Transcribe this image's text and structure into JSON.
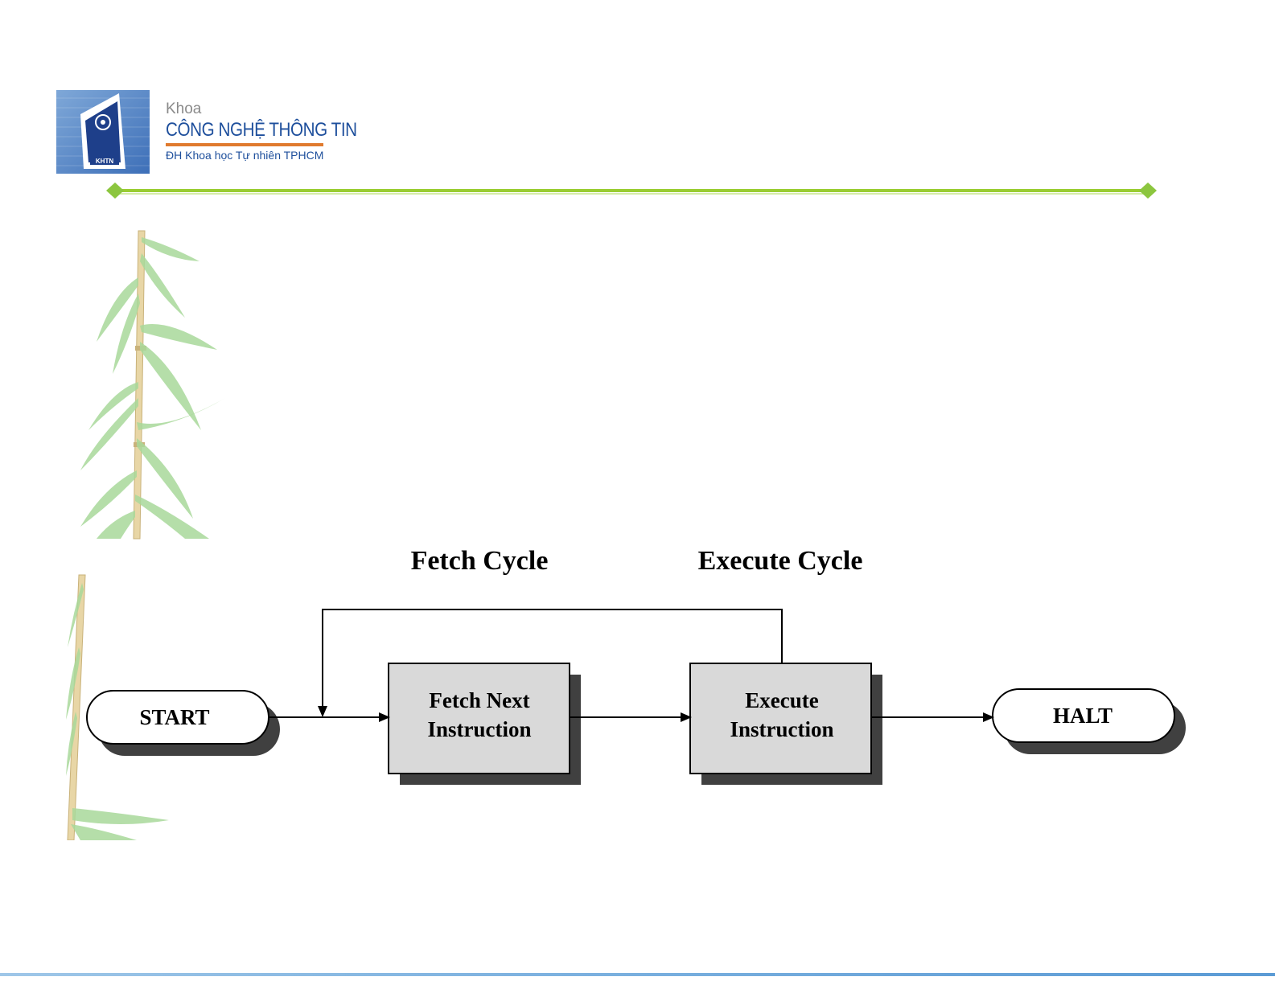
{
  "header": {
    "logo": {
      "emblem_text": "KHTN",
      "line1": "Khoa",
      "line2": "CÔNG NGHỆ THÔNG TIN",
      "line3": "ĐH Khoa học Tự nhiên TPHCM"
    }
  },
  "diagram": {
    "labels": {
      "fetch_cycle": "Fetch Cycle",
      "execute_cycle": "Execute Cycle"
    },
    "nodes": {
      "start": "START",
      "fetch_line1": "Fetch Next",
      "fetch_line2": "Instruction",
      "execute_line1": "Execute",
      "execute_line2": "Instruction",
      "halt": "HALT"
    }
  },
  "colors": {
    "divider": "#9acd32",
    "box_fill": "#d9d9d9",
    "shadow": "#404040",
    "logo_blue": "#1e4f9c",
    "logo_orange": "#e07a2e"
  }
}
